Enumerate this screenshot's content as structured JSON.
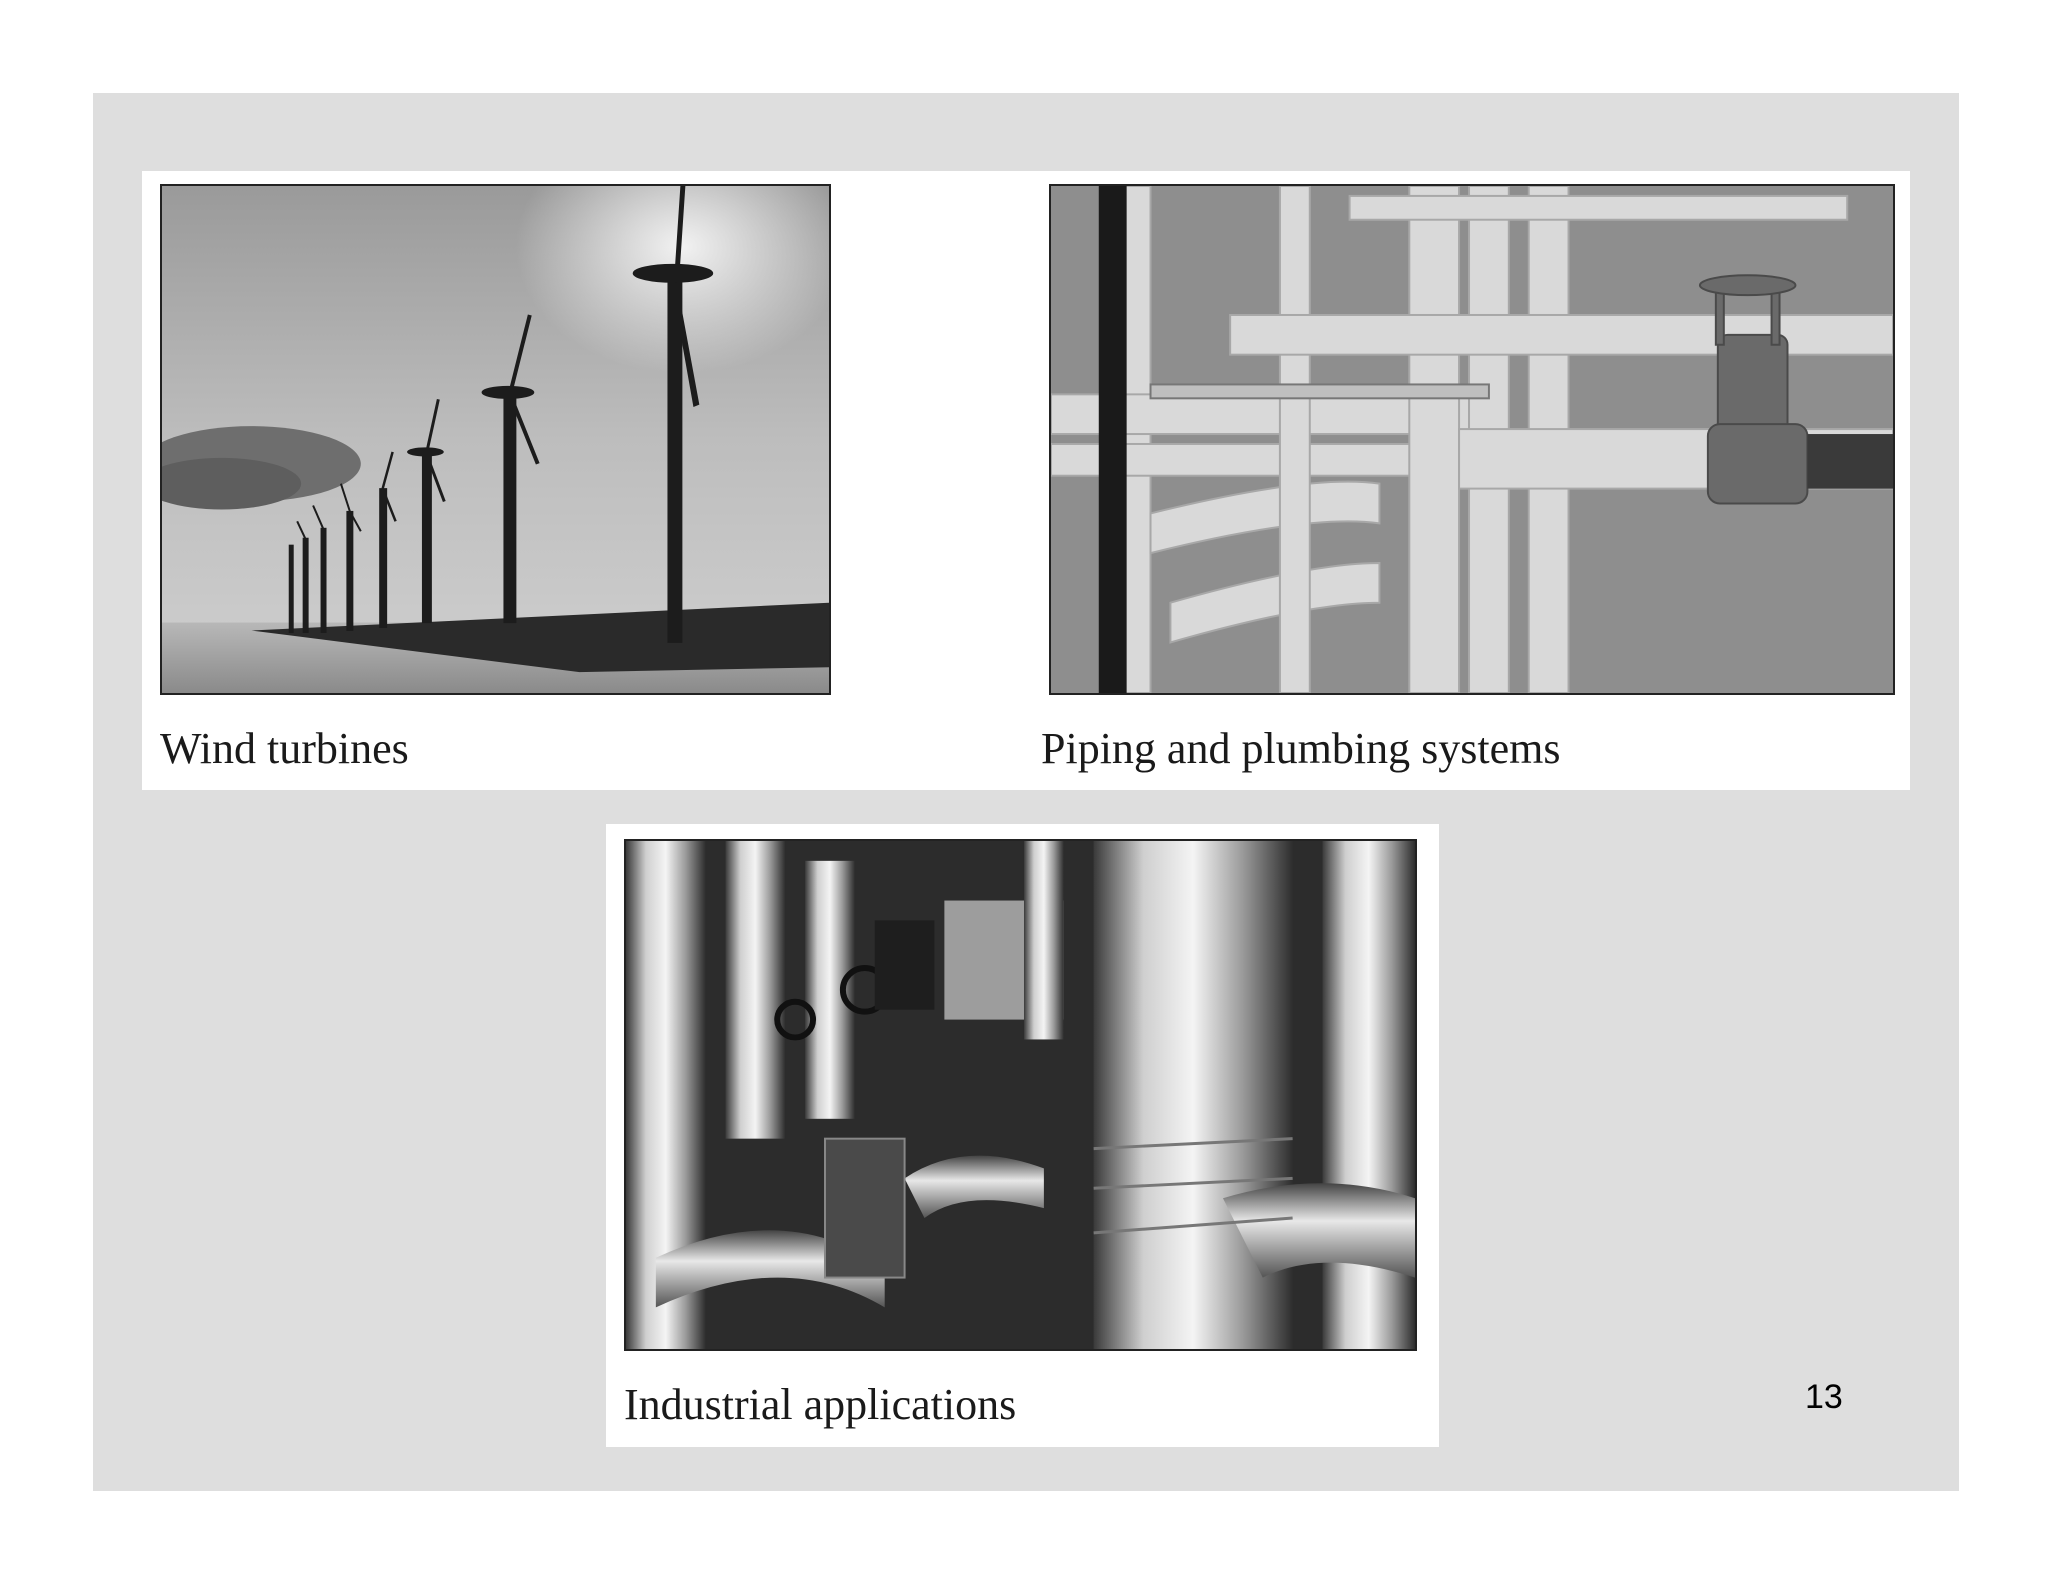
{
  "slide": {
    "background_color": "#dedede",
    "panel_color": "#ffffff",
    "figures": [
      {
        "caption": "Wind turbines",
        "photo_icon": "wind-turbines-photo"
      },
      {
        "caption": "Piping and plumbing systems",
        "photo_icon": "piping-photo"
      },
      {
        "caption": "Industrial applications",
        "photo_icon": "industrial-photo"
      }
    ],
    "page_number": "13"
  }
}
